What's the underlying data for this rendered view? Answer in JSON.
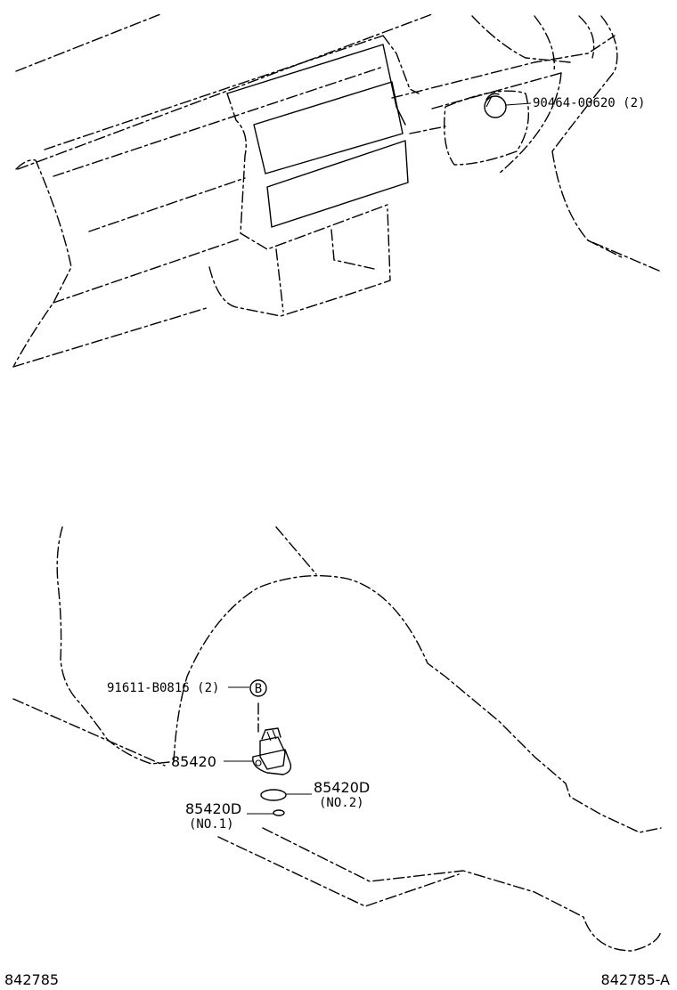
{
  "labels": {
    "bolt_top": "90464-00620 (2)",
    "bolt_bottom": "91611-B0816 (2)",
    "circle_ref": "B",
    "sensor": "85420",
    "oring_no2": "85420D",
    "oring_no2_sub": "(NO.2)",
    "oring_no1": "85420D",
    "oring_no1_sub": "(NO.1)",
    "diagram_id": "842785",
    "diagram_id_variant": "842785-A"
  }
}
